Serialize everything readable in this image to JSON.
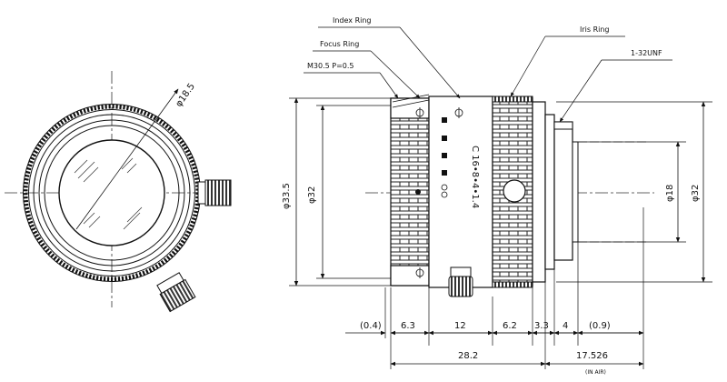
{
  "callouts": {
    "index_ring": "Index Ring",
    "focus_ring": "Focus Ring",
    "thread": "M30.5 P=0.5",
    "iris_ring": "Iris Ring",
    "mount": "1-32UNF"
  },
  "front_view": {
    "dia_front": "φ18.5"
  },
  "side_view": {
    "dia_outer": "φ33.5",
    "dia_body": "φ32",
    "dia_rear_inner": "φ18",
    "dia_rear": "φ32",
    "barrel_marking": "C 16•8•4•1.4",
    "barrel_marking_b": "∞"
  },
  "dimensions": {
    "d1": "(0.4)",
    "d2": "6.3",
    "d3": "12",
    "d4": "6.2",
    "d5": "3.3",
    "d6": "4",
    "d7": "(0.9)",
    "total": "28.2",
    "flange": "17.526",
    "flange_note": "(IN AIR)"
  }
}
